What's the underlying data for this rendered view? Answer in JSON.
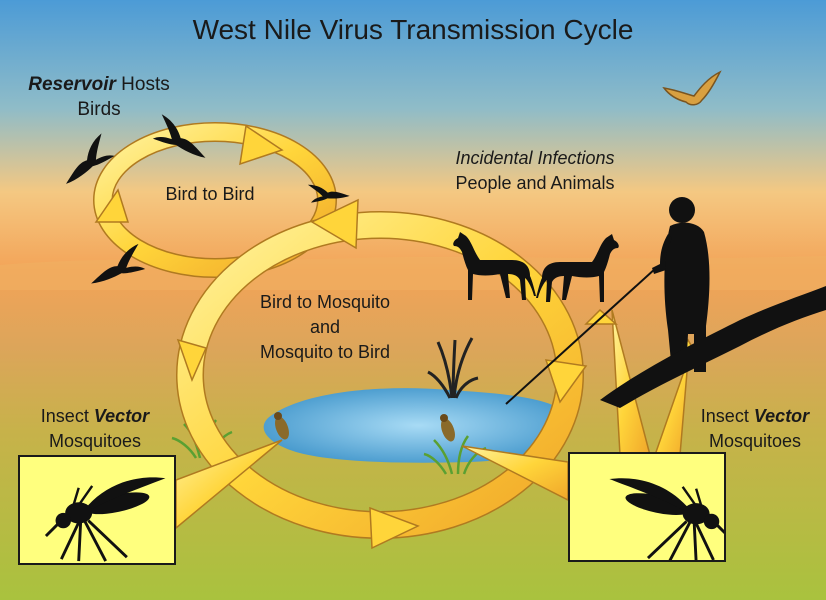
{
  "title": "West Nile Virus Transmission Cycle",
  "reservoir": {
    "emph": "Reservoir",
    "rest": " Hosts",
    "line2": "Birds"
  },
  "bird_to_bird": "Bird to Bird",
  "bird_mosquito": {
    "line1": "Bird to Mosquito",
    "line2": "and",
    "line3": "Mosquito to Bird"
  },
  "incidental": {
    "line1": "Incidental Infections",
    "line2": "People and Animals"
  },
  "vector_left": {
    "prefix": "Insect ",
    "emph": "Vector",
    "line2": "Mosquitoes"
  },
  "vector_right": {
    "prefix": "Insect ",
    "emph": "Vector",
    "line2": "Mosquitoes"
  },
  "colors": {
    "sky_top": "#5aa3d8",
    "sky_bottom": "#f2a55a",
    "ground": "#b8c43e",
    "arrow": "#ffd93b",
    "box": "#ffff7e",
    "pond": "#6fb8e0"
  },
  "icons": [
    "bird-icon",
    "horse-icon",
    "person-icon",
    "mosquito-icon",
    "reeds-icon",
    "pond-icon"
  ]
}
